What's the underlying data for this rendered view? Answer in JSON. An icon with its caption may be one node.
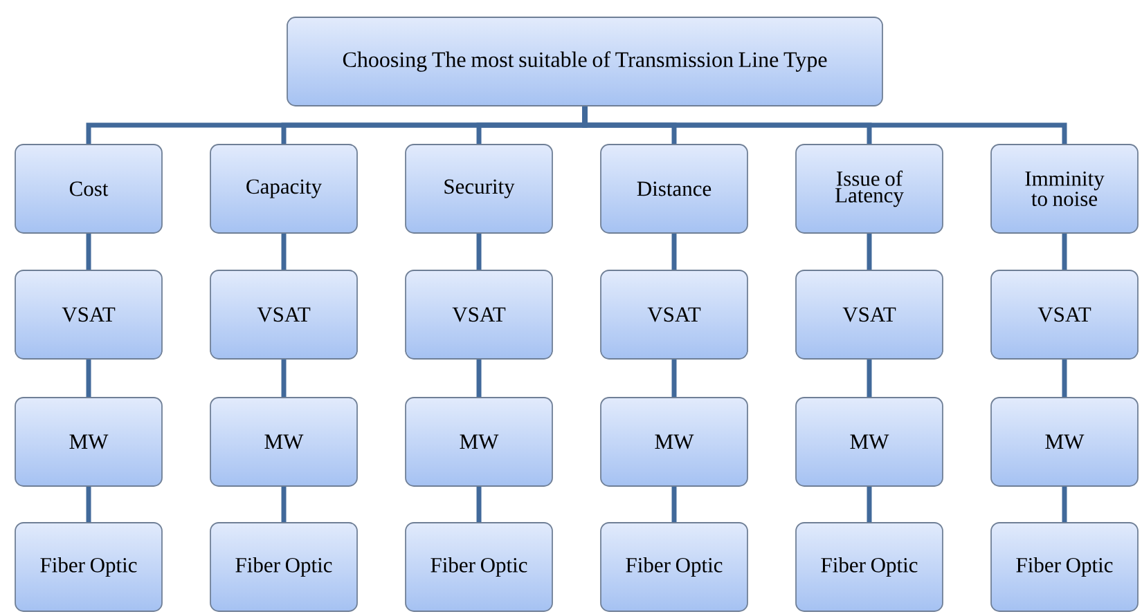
{
  "diagram": {
    "nodes": [
      {
        "text": [
          "Choosing The most suitable of Transmission Line Type"
        ]
      },
      {
        "text": [
          "Cost"
        ]
      },
      {
        "text": [
          "Capacity"
        ]
      },
      {
        "text": [
          "Security"
        ]
      },
      {
        "text": [
          "Distance"
        ]
      },
      {
        "text": [
          "Issue of Latency"
        ]
      },
      {
        "text": [
          "Imminity to noise"
        ]
      },
      {
        "text": [
          "VSAT"
        ]
      },
      {
        "text": [
          "VSAT"
        ]
      },
      {
        "text": [
          "VSAT"
        ]
      },
      {
        "text": [
          "VSAT"
        ]
      },
      {
        "text": [
          "VSAT"
        ]
      },
      {
        "text": [
          "VSAT"
        ]
      },
      {
        "text": [
          "MW"
        ]
      },
      {
        "text": [
          "MW"
        ]
      },
      {
        "text": [
          "MW"
        ]
      },
      {
        "text": [
          "MW"
        ]
      },
      {
        "text": [
          "MW"
        ]
      },
      {
        "text": [
          "MW"
        ]
      },
      {
        "text": [
          "Fiber Optic"
        ]
      },
      {
        "text": [
          "Fiber Optic"
        ]
      },
      {
        "text": [
          "Fiber Optic"
        ]
      },
      {
        "text": [
          "Fiber Optic"
        ]
      },
      {
        "text": [
          "Fiber Optic"
        ]
      },
      {
        "text": [
          "Fiber Optic"
        ]
      }
    ],
    "edges": [
      {
        "from": 0,
        "to": 1,
        "arrow": "none"
      },
      {
        "from": 0,
        "to": 2,
        "arrow": "none"
      },
      {
        "from": 0,
        "to": 3,
        "arrow": "none"
      },
      {
        "from": 0,
        "to": 4,
        "arrow": "none"
      },
      {
        "from": 0,
        "to": 5,
        "arrow": "none"
      },
      {
        "from": 0,
        "to": 6,
        "arrow": "none"
      },
      {
        "from": 1,
        "to": 7,
        "arrow": "none"
      },
      {
        "from": 2,
        "to": 8,
        "arrow": "none"
      },
      {
        "from": 3,
        "to": 9,
        "arrow": "none"
      },
      {
        "from": 4,
        "to": 10,
        "arrow": "none"
      },
      {
        "from": 5,
        "to": 11,
        "arrow": "none"
      },
      {
        "from": 6,
        "to": 12,
        "arrow": "none"
      },
      {
        "from": 7,
        "to": 13,
        "arrow": "none"
      },
      {
        "from": 8,
        "to": 14,
        "arrow": "none"
      },
      {
        "from": 9,
        "to": 15,
        "arrow": "none"
      },
      {
        "from": 10,
        "to": 16,
        "arrow": "none"
      },
      {
        "from": 11,
        "to": 17,
        "arrow": "none"
      },
      {
        "from": 12,
        "to": 18,
        "arrow": "none"
      },
      {
        "from": 13,
        "to": 19,
        "arrow": "none"
      },
      {
        "from": 14,
        "to": 20,
        "arrow": "none"
      },
      {
        "from": 15,
        "to": 21,
        "arrow": "none"
      },
      {
        "from": 16,
        "to": 22,
        "arrow": "none"
      },
      {
        "from": 17,
        "to": 23,
        "arrow": "none"
      },
      {
        "from": 18,
        "to": 24,
        "arrow": "none"
      }
    ]
  }
}
